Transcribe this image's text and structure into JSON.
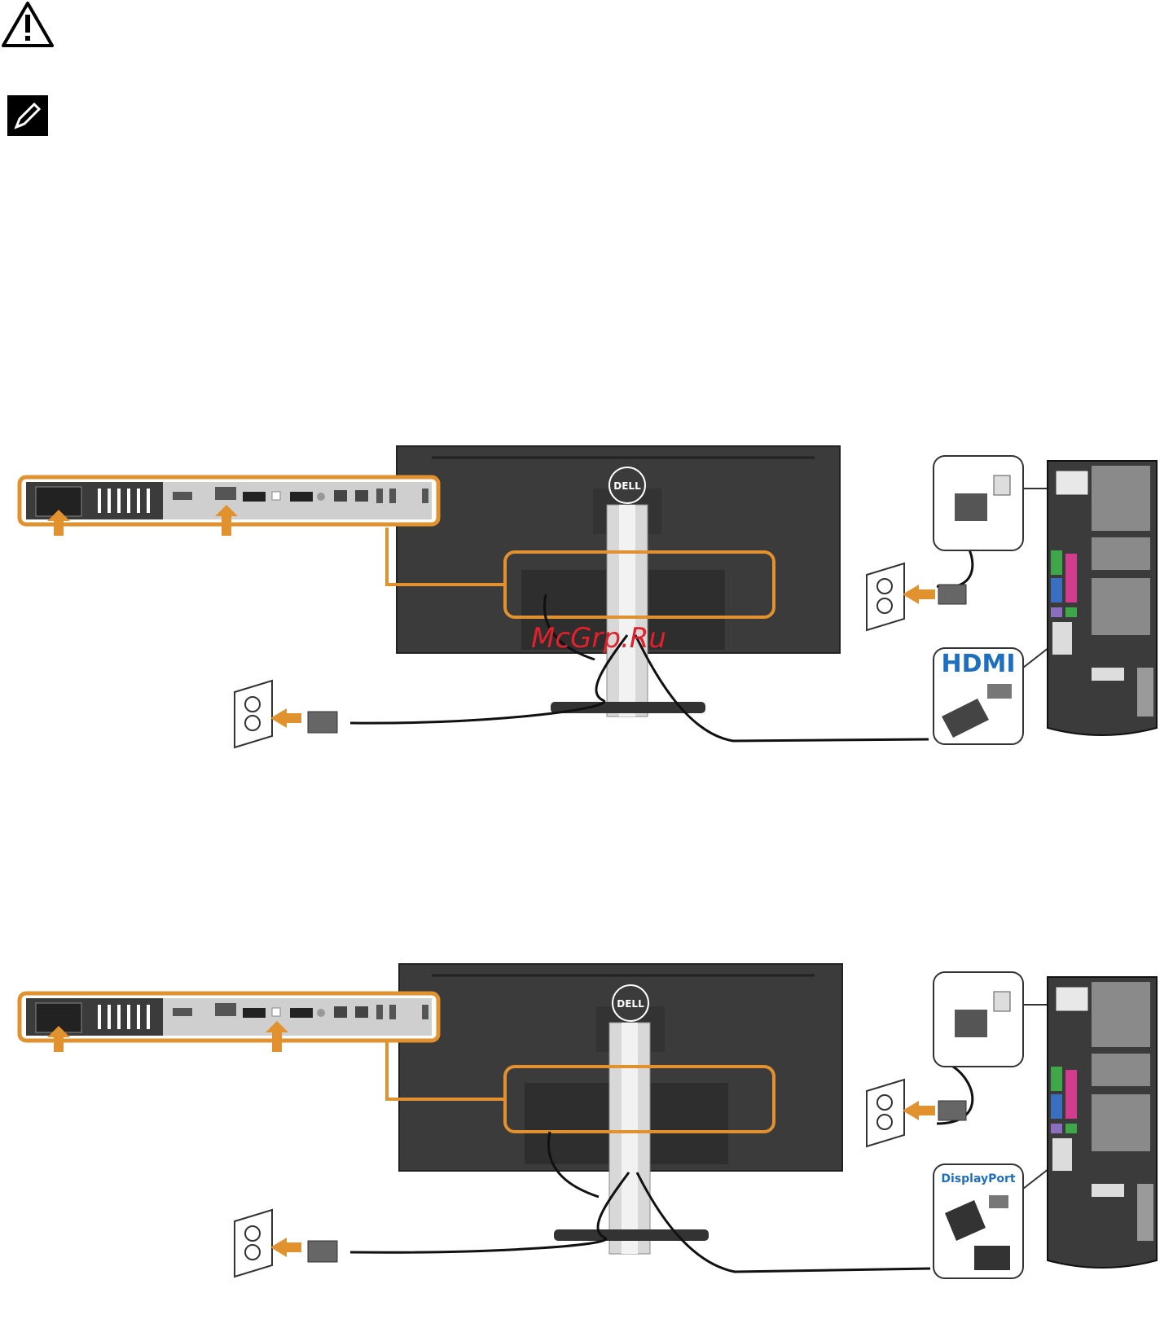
{
  "brand": {
    "logo_text": "DELL"
  },
  "watermark": "McGrp.Ru",
  "diagram1": {
    "connector_label": "HDMI"
  },
  "diagram2": {
    "connector_label": "DisplayPort"
  },
  "colors": {
    "accent": "#e2912f",
    "panel_dark": "#3b3b3b",
    "hdmi_blue": "#1f6fbf",
    "watermark_red": "#e0202a",
    "port_pink": "#d13c8c",
    "port_green": "#3fa64a",
    "port_blue": "#3a6fbf"
  }
}
